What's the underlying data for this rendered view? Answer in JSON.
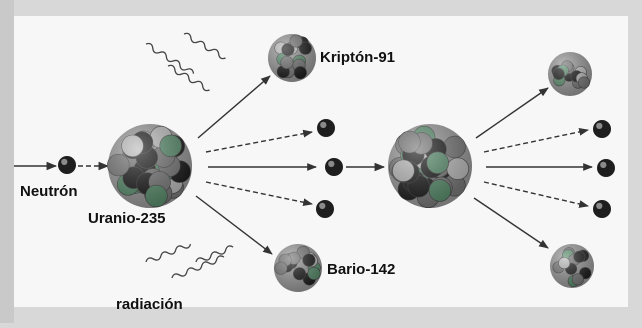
{
  "labels": {
    "neutron": "Neutrón",
    "uranium": "Uranio-235",
    "krypton": "Kriptón-91",
    "barium": "Bario-142",
    "radiation": "radiación"
  },
  "colors": {
    "background_outer": "#d8d8d8",
    "panel": "#f7f7f7",
    "arrow": "#333333",
    "nucleon_dark": "#1e1e1e",
    "nucleon_mid": "#7a7a7a",
    "nucleon_light": "#bdbdbd",
    "nucleon_accent": "#5c8f6f"
  },
  "icons": [
    "neutron-icon",
    "uranium-nucleus-icon",
    "krypton-nucleus-icon",
    "barium-nucleus-icon",
    "radiation-wave-icon"
  ]
}
